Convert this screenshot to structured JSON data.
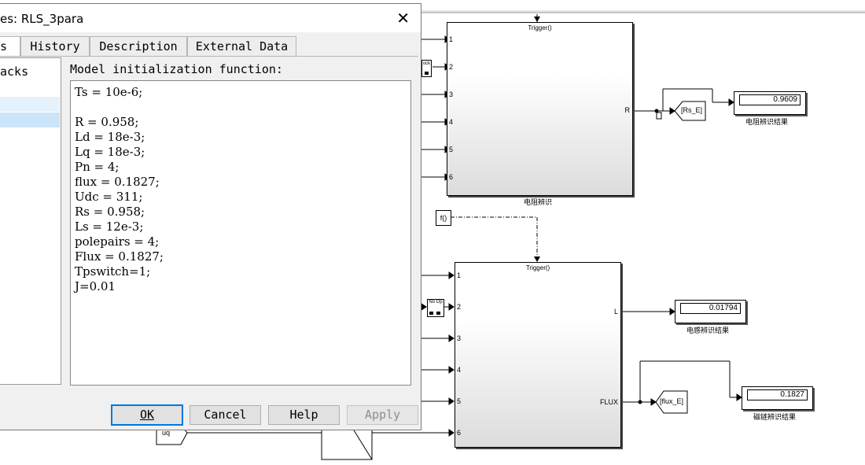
{
  "dialog": {
    "title": "es: RLS_3para",
    "close": "✕",
    "tabs": [
      "s",
      "History",
      "Description",
      "External Data"
    ],
    "left_panel_item": "acks",
    "init_label": "Model initialization function:",
    "code_lines": [
      "Ts = 10e-6;",
      "",
      "R = 0.958;",
      "Ld = 18e-3;",
      "Lq = 18e-3;",
      "Pn = 4;",
      "flux = 0.1827;",
      "Udc = 311;",
      "Rs = 0.958;",
      "Ls = 12e-3;",
      "polepairs = 4;",
      "Flux = 0.1827;",
      "Tpswitch=1;",
      "J=0.01"
    ],
    "buttons": {
      "ok": "OK",
      "cancel": "Cancel",
      "help": "Help",
      "apply": "Apply"
    }
  },
  "diagram": {
    "block1": {
      "trigger": "Trigger()",
      "out_label": "R",
      "name": "电阻辨识",
      "ports": [
        "1",
        "2",
        "3",
        "4",
        "5",
        "6"
      ]
    },
    "block2": {
      "trigger": "Trigger()",
      "out_label_1": "L",
      "out_label_2": "FLUX",
      "ports": [
        "1",
        "2",
        "3",
        "4",
        "5",
        "6"
      ]
    },
    "fcall_block": "f()",
    "goto_rs": "[Rs_E]",
    "goto_flux": "[flux_E]",
    "from_uq": "uq",
    "display_r": {
      "value": "0.9609",
      "label": "电阻辨识结果"
    },
    "display_l": {
      "value": "0.01794",
      "label": "电感辨识结果"
    },
    "display_flux": {
      "value": "0.1827",
      "label": "磁链辨识结果"
    },
    "mini1": "ock",
    "mini2": "No Op"
  }
}
